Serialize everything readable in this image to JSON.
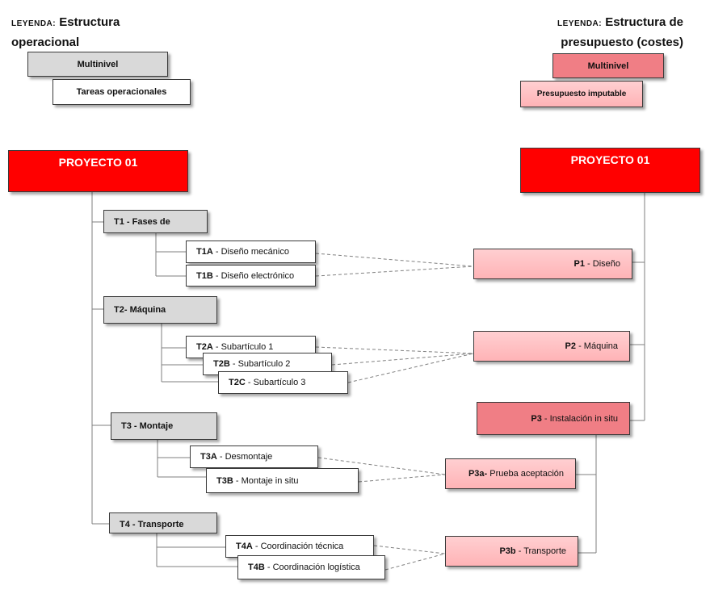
{
  "legend_left": {
    "prefix": "LEYENDA:",
    "title_line1": "Estructura",
    "title_line2": "operacional",
    "multinivel": "Multinivel",
    "tareas": "Tareas operacionales"
  },
  "legend_right": {
    "prefix": "LEYENDA:",
    "title_line1": "Estructura de",
    "title_line2": "presupuesto (costes)",
    "multinivel": "Multinivel",
    "imputable": "Presupuesto imputable"
  },
  "left_root": "PROYECTO 01",
  "right_root": "PROYECTO 01",
  "tasks": {
    "t1": {
      "code": "T1",
      "label": "- Fases de"
    },
    "t1a": {
      "code": "T1A",
      "label": "- Diseño mecánico"
    },
    "t1b": {
      "code": "T1B",
      "label": "- Diseño electrónico"
    },
    "t2": {
      "code": "T2",
      "label": "- Máquina"
    },
    "t2a": {
      "code": "T2A",
      "label": "- Subartículo 1"
    },
    "t2b": {
      "code": "T2B",
      "label": "- Subartículo 2"
    },
    "t2c": {
      "code": "T2C",
      "label": "- Subartículo 3"
    },
    "t3": {
      "code": "T3",
      "label": "- Montaje"
    },
    "t3a": {
      "code": "T3A",
      "label": "- Desmontaje"
    },
    "t3b": {
      "code": "T3B",
      "label": "- Montaje in situ"
    },
    "t4": {
      "code": "T4",
      "label": "- Transporte"
    },
    "t4a": {
      "code": "T4A",
      "label": "- Coordinación técnica"
    },
    "t4b": {
      "code": "T4B",
      "label": "- Coordinación logística"
    }
  },
  "budget": {
    "p1": {
      "code": "P1",
      "label": "- Diseño"
    },
    "p2": {
      "code": "P2",
      "label": "- Máquina"
    },
    "p3": {
      "code": "P3",
      "label": "- Instalación in situ"
    },
    "p3a": {
      "code": "P3a-",
      "label": "Prueba aceptación"
    },
    "p3b": {
      "code": "P3b",
      "label": "- Transporte"
    }
  },
  "colors": {
    "root_red": "#ff0000",
    "multinivel_rose": "#f07e85",
    "imputable_pink": "#ffc4c7",
    "task_gray": "#d9d9d9"
  }
}
